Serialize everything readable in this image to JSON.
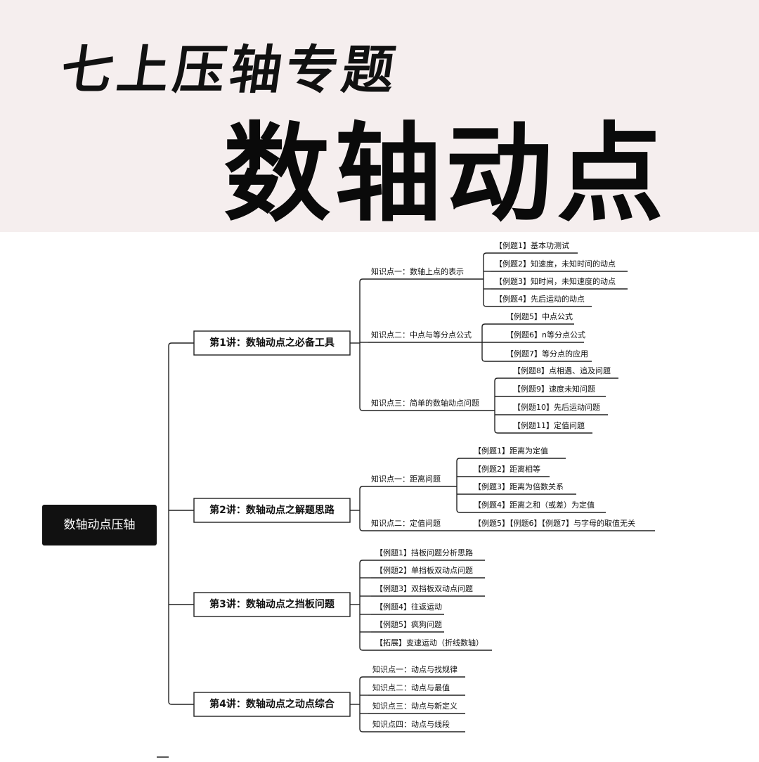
{
  "header": {
    "title": "七上压轴专题",
    "subtitle": "数轴动点"
  },
  "root": {
    "label": "数轴动点压轴"
  },
  "lectures": [
    {
      "label": "第1讲：数轴动点之必备工具",
      "points": [
        {
          "label": "知识点一：数轴上点的表示",
          "items": [
            "【例题1】基本功测试",
            "【例题2】知速度，未知时间的动点",
            "【例题3】知时间，未知速度的动点",
            "【例题4】先后运动的动点"
          ]
        },
        {
          "label": "知识点二：中点与等分点公式",
          "items": [
            "【例题5】中点公式",
            "【例题6】n等分点公式",
            "【例题7】等分点的应用"
          ]
        },
        {
          "label": "知识点三：简单的数轴动点问题",
          "items": [
            "【例题8】点相遇、追及问题",
            "【例题9】速度未知问题",
            "【例题10】先后运动问题",
            "【例题11】定值问题"
          ]
        }
      ]
    },
    {
      "label": "第2讲：数轴动点之解题思路",
      "points": [
        {
          "label": "知识点一：距离问题",
          "items": [
            "【例题1】距离为定值",
            "【例题2】距离相等",
            "【例题3】距离为倍数关系",
            "【例题4】距离之和（或差）为定值"
          ]
        },
        {
          "label": "知识点二：定值问题",
          "items": [
            "【例题5】【例题6】【例题7】与字母的取值无关"
          ]
        }
      ]
    },
    {
      "label": "第3讲：数轴动点之挡板问题",
      "items": [
        "【例题1】挡板问题分析思路",
        "【例题2】单挡板双动点问题",
        "【例题3】双挡板双动点问题",
        "【例题4】往返运动",
        "【例题5】疯狗问题",
        "【拓展】变速运动（折线数轴）"
      ]
    },
    {
      "label": "第4讲：数轴动点之动点综合",
      "items": [
        "知识点一：动点与找规律",
        "知识点二：动点与最值",
        "知识点三：动点与新定义",
        "知识点四：动点与线段"
      ]
    }
  ]
}
